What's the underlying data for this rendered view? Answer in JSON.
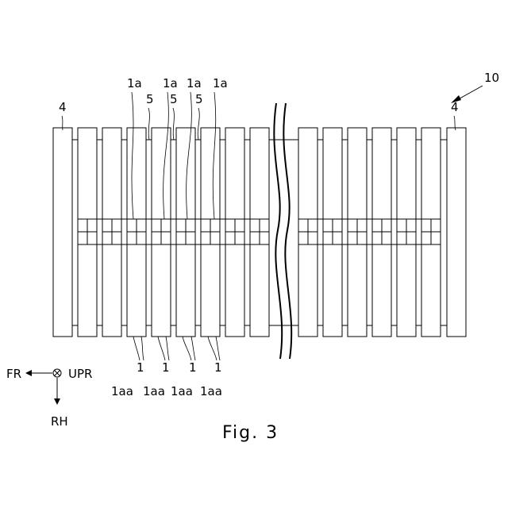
{
  "labels": {
    "assembly": "10",
    "end_plate": "4",
    "cell": "1",
    "cell_top": "1a",
    "spacer": "5",
    "cell_bottom": "1aa",
    "dir_front": "FR",
    "dir_up": "UPR",
    "dir_right": "RH",
    "caption": "Fig. 3"
  }
}
